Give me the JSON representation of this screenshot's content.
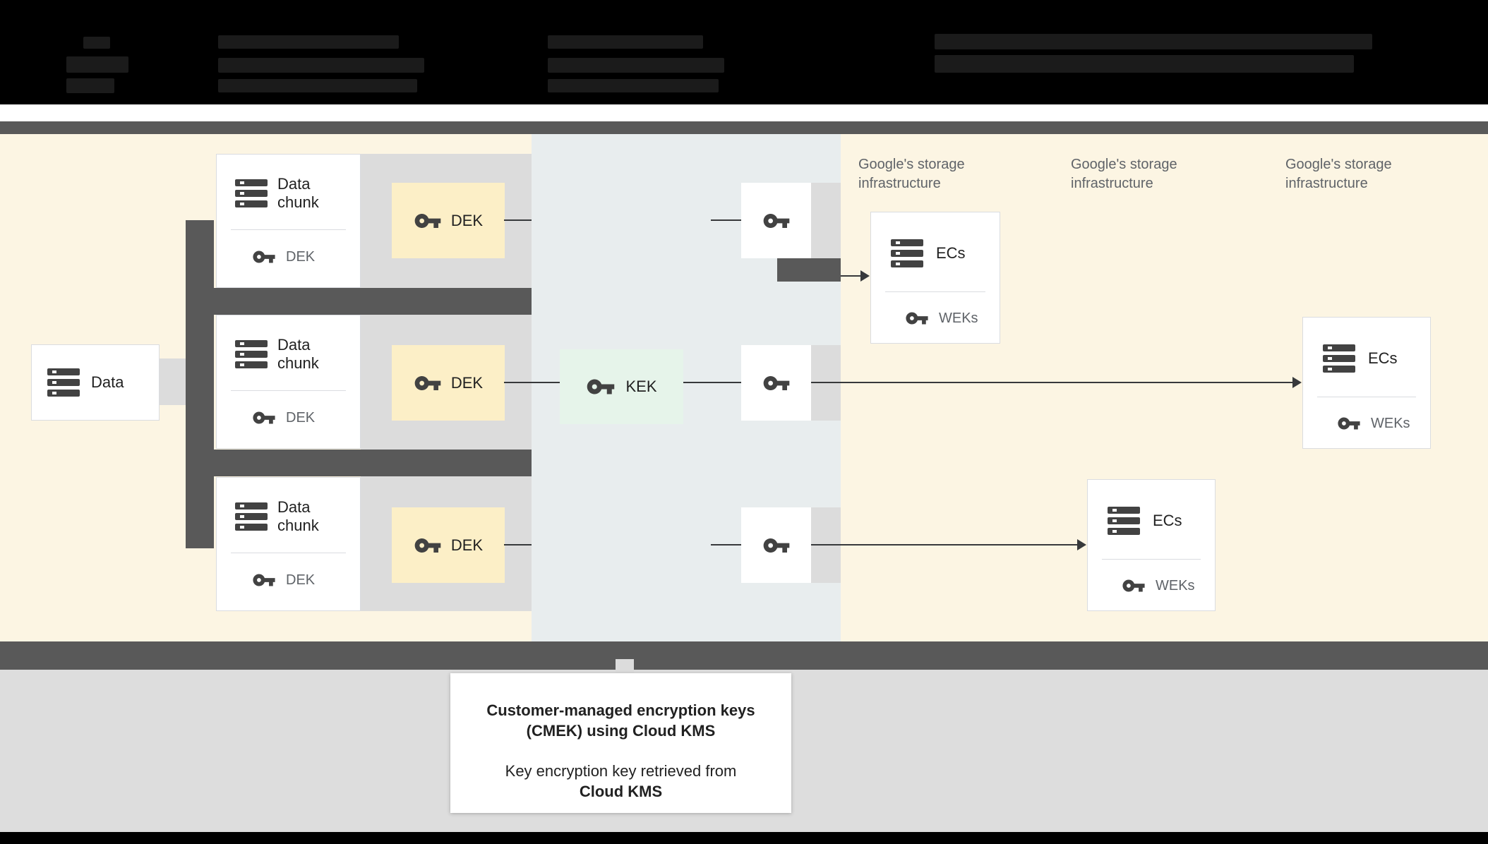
{
  "colors": {
    "zone_cream": "#FCF5E3",
    "zone_blue_gray": "#E8EDEE",
    "kek_green": "#E6F4EA",
    "dek_yellow": "#FCEFC7",
    "connector_dark_gray": "#595959",
    "connector_light_gray": "#DCDCDC",
    "footer_gray": "#DDDDDD",
    "header_black": "#000000",
    "box_border": "#DADCE0",
    "text_primary": "#212121",
    "text_secondary": "#5F6368",
    "icon_gray": "#424242"
  },
  "diagram": {
    "data_box": {
      "label": "Data"
    },
    "chunks": [
      {
        "title": "Data chunk",
        "sub_key": "DEK"
      },
      {
        "title": "Data chunk",
        "sub_key": "DEK"
      },
      {
        "title": "Data chunk",
        "sub_key": "DEK"
      }
    ],
    "dek_keys": [
      {
        "label": "DEK"
      },
      {
        "label": "DEK"
      },
      {
        "label": "DEK"
      }
    ],
    "kek": {
      "label": "KEK"
    },
    "storage_labels": [
      {
        "text": "Google's storage infrastructure"
      },
      {
        "text": "Google's storage infrastructure"
      },
      {
        "text": "Google's storage infrastructure"
      }
    ],
    "ec_boxes": [
      {
        "title": "ECs",
        "sub_key": "WEKs"
      },
      {
        "title": "ECs",
        "sub_key": "WEKs"
      },
      {
        "title": "ECs",
        "sub_key": "WEKs"
      }
    ]
  },
  "callout": {
    "heading_line1": "Customer-managed encryption keys",
    "heading_line2": "(CMEK) using Cloud KMS",
    "body_line1": "Key encryption key retrieved from",
    "body_line2": "Cloud KMS"
  }
}
